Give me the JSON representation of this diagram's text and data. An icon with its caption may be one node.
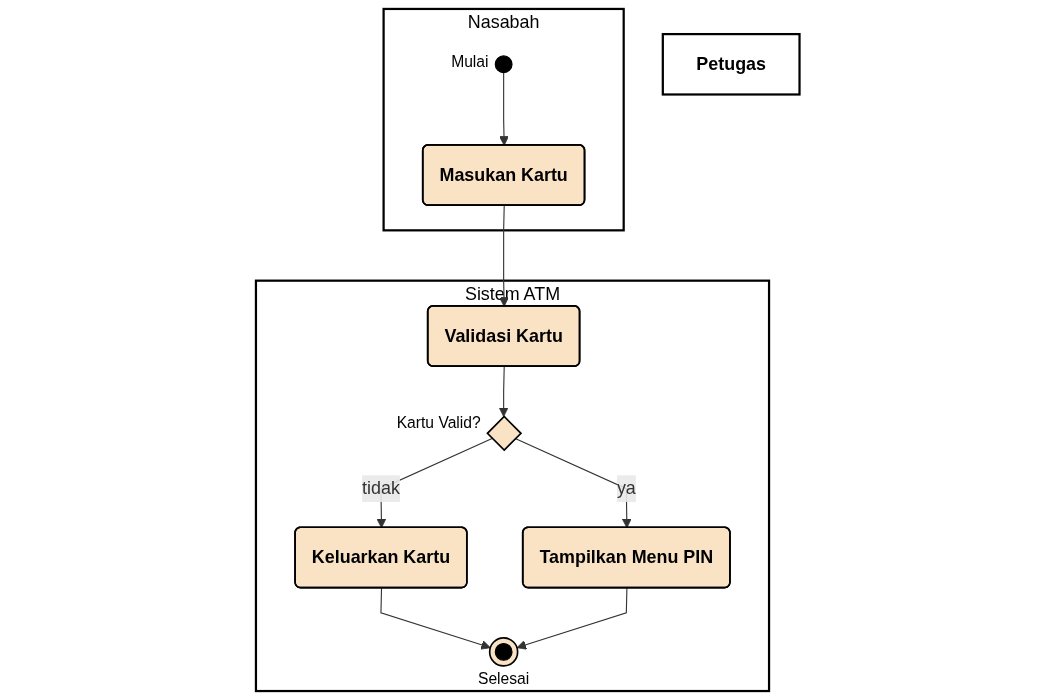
{
  "diagram": {
    "nodes": [
      {
        "text": [
          "Petugas"
        ]
      },
      {
        "text": [
          "Nasabah"
        ]
      },
      {
        "text": [
          "Sistem ATM"
        ]
      },
      {
        "text": [],
        "shape": "circle",
        "beside": [
          "Mulai"
        ],
        "in": 1
      },
      {
        "text": [
          "Masukan Kartu"
        ],
        "in": 1
      },
      {
        "text": [
          "Validasi Kartu"
        ],
        "in": 2
      },
      {
        "text": [],
        "shape": "diamond",
        "beside": [
          "Kartu Valid?"
        ],
        "in": 2
      },
      {
        "text": [
          "Keluarkan Kartu"
        ],
        "in": 2
      },
      {
        "text": [
          "Tampilkan Menu PIN"
        ],
        "in": 2
      },
      {
        "text": [],
        "shape": "circle",
        "beside": [
          "Selesai"
        ],
        "in": 2
      }
    ],
    "edges": [
      {
        "from": 3,
        "to": 4,
        "arrow": "to"
      },
      {
        "from": 4,
        "to": 5,
        "arrow": "to"
      },
      {
        "from": 5,
        "to": 6,
        "arrow": "to"
      },
      {
        "from": 6,
        "to": 7,
        "label": "tidak",
        "arrow": "to"
      },
      {
        "from": 6,
        "to": 8,
        "label": "ya",
        "arrow": "to"
      },
      {
        "from": 7,
        "to": 9,
        "arrow": "to"
      },
      {
        "from": 8,
        "to": 9,
        "arrow": "to"
      }
    ]
  }
}
